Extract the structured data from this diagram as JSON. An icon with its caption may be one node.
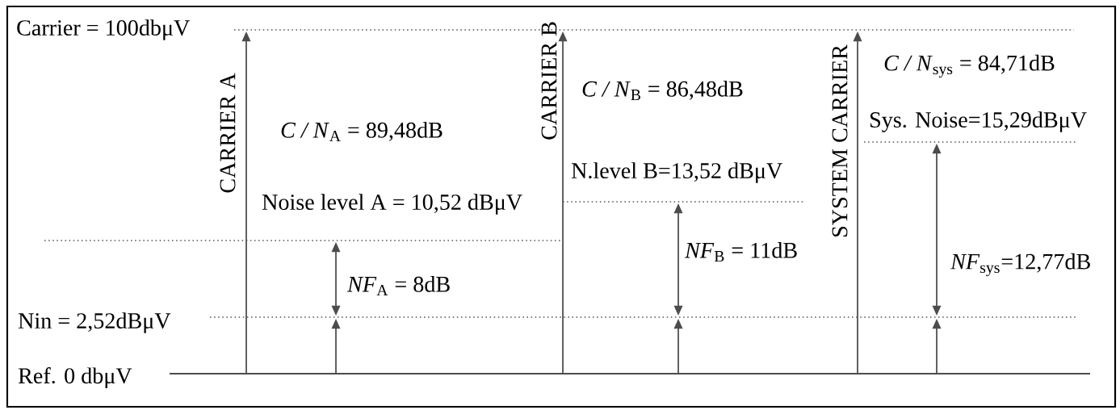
{
  "diagram": {
    "labels": [
      "Carrier = 100dbμV",
      "CARRIER A",
      "CARRIER B",
      "SYSTEM CARRIER",
      "*C / N*$_{sys}$ = 84,71dB",
      "*C / N*$_{B}$ = 86,48dB",
      "Sys. Noise=15,29dBμV",
      "*C / N*$_{A}$ = 89,48dB",
      "N.level B=13,52 dBμV",
      "Noise level A = 10,52 dBμV",
      "*NF*$_{B}$ = 11dB",
      "*NF*$_{sys}$=12,77dB",
      "*NF*$_{A}$ = 8dB",
      "Nin = 2,52dBμV",
      "Ref. 0 dbμV"
    ]
  }
}
